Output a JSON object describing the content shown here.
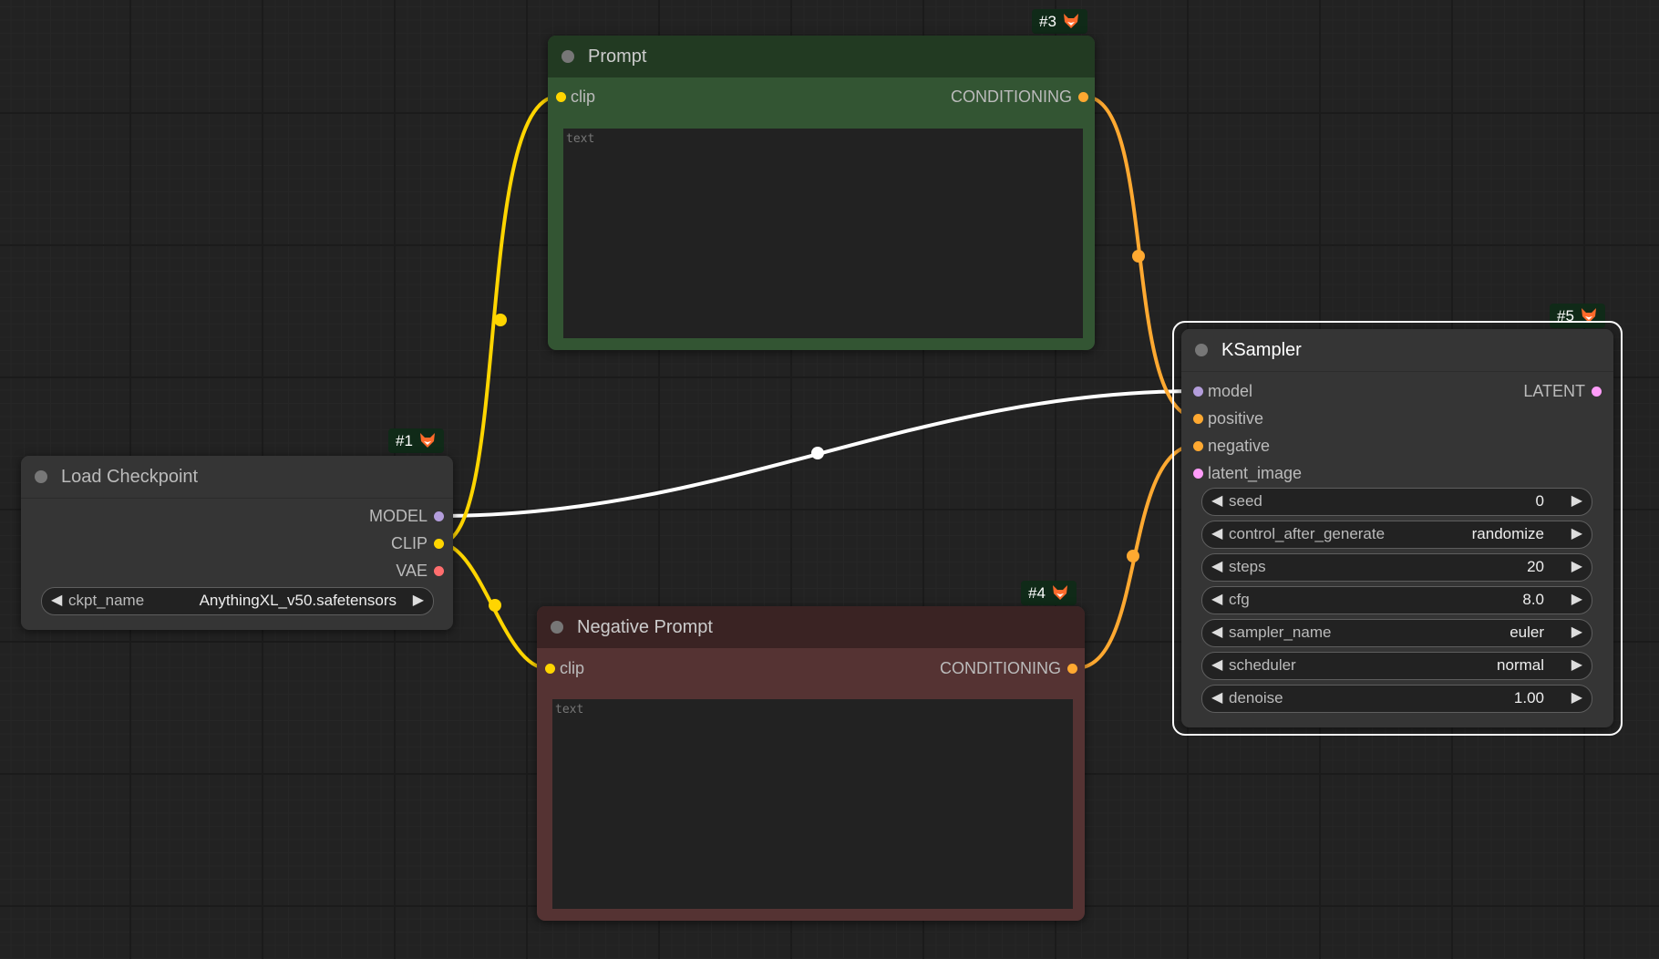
{
  "colors": {
    "canvas_bg": "#222222",
    "clip": "#ffd500",
    "conditioning": "#ffa931",
    "model": "#b39ddb",
    "vae": "#ff6e6e",
    "latent": "#ff9cf9",
    "model_link": "#ffffff",
    "prompt_node": "#335533",
    "negative_node": "#553333",
    "default_node": "#353535",
    "selected_outline": "#ffffff"
  },
  "nodes": {
    "load_checkpoint": {
      "badge": "#1",
      "title": "Load Checkpoint",
      "outputs": [
        "MODEL",
        "CLIP",
        "VAE"
      ],
      "widget": {
        "label": "ckpt_name",
        "value": "AnythingXL_v50.safetensors"
      }
    },
    "prompt": {
      "badge": "#3",
      "title": "Prompt",
      "input": "clip",
      "output": "CONDITIONING",
      "text_placeholder": "text"
    },
    "negative_prompt": {
      "badge": "#4",
      "title": "Negative Prompt",
      "input": "clip",
      "output": "CONDITIONING",
      "text_placeholder": "text"
    },
    "ksampler": {
      "badge": "#5",
      "title": "KSampler",
      "inputs": [
        "model",
        "positive",
        "negative",
        "latent_image"
      ],
      "output": "LATENT",
      "widgets": [
        {
          "label": "seed",
          "value": "0"
        },
        {
          "label": "control_after_generate",
          "value": "randomize"
        },
        {
          "label": "steps",
          "value": "20"
        },
        {
          "label": "cfg",
          "value": "8.0"
        },
        {
          "label": "sampler_name",
          "value": "euler"
        },
        {
          "label": "scheduler",
          "value": "normal"
        },
        {
          "label": "denoise",
          "value": "1.00"
        }
      ]
    }
  },
  "links": [
    {
      "from": "load_checkpoint.MODEL",
      "to": "ksampler.model",
      "type": "MODEL"
    },
    {
      "from": "load_checkpoint.CLIP",
      "to": "prompt.clip",
      "type": "CLIP"
    },
    {
      "from": "load_checkpoint.CLIP",
      "to": "negative_prompt.clip",
      "type": "CLIP"
    },
    {
      "from": "prompt.CONDITIONING",
      "to": "ksampler.positive",
      "type": "CONDITIONING"
    },
    {
      "from": "negative_prompt.CONDITIONING",
      "to": "ksampler.negative",
      "type": "CONDITIONING"
    }
  ]
}
